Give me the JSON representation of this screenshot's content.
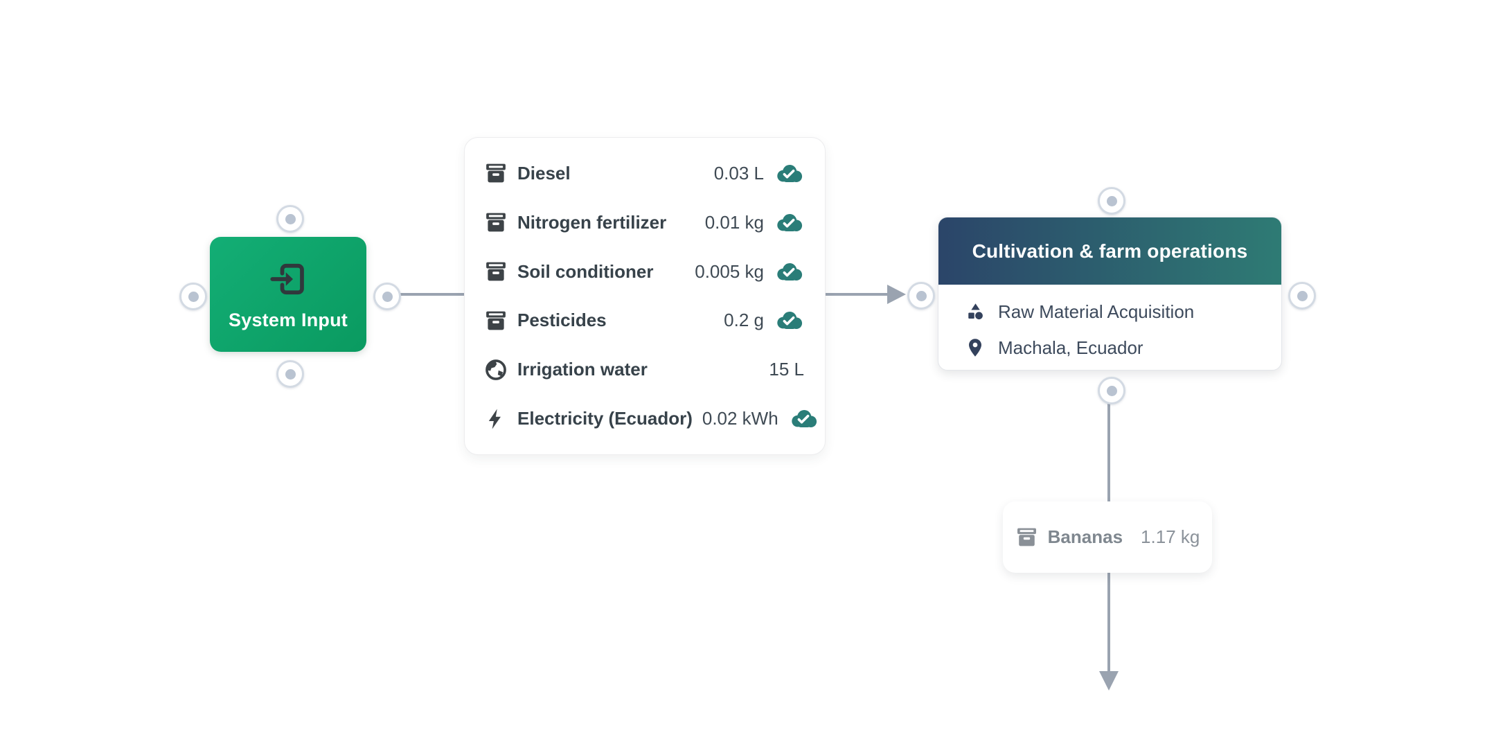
{
  "system_input": {
    "label": "System Input",
    "icon": "login-icon"
  },
  "input_card": {
    "rows": [
      {
        "icon": "archive-box-icon",
        "label": "Diesel",
        "value": "0.03 L",
        "verified": true
      },
      {
        "icon": "archive-box-icon",
        "label": "Nitrogen fertilizer",
        "value": "0.01 kg",
        "verified": true
      },
      {
        "icon": "archive-box-icon",
        "label": "Soil conditioner",
        "value": "0.005 kg",
        "verified": true
      },
      {
        "icon": "archive-box-icon",
        "label": "Pesticides",
        "value": "0.2 g",
        "verified": true
      },
      {
        "icon": "globe-icon",
        "label": "Irrigation water",
        "value": "15 L",
        "verified": false
      },
      {
        "icon": "lightning-icon",
        "label": "Electricity (Ecuador)",
        "value": "0.02 kWh",
        "verified": true
      }
    ],
    "verified_badge_icon": "cloud-check-icon"
  },
  "process_node": {
    "title": "Cultivation & farm operations",
    "rows": [
      {
        "icon": "shapes-icon",
        "label": "Raw Material Acquisition"
      },
      {
        "icon": "map-pin-icon",
        "label": "Machala, Ecuador"
      }
    ]
  },
  "output_card": {
    "icon": "archive-box-icon",
    "label": "Bananas",
    "value": "1.17 kg"
  },
  "colors": {
    "system_input_green_start": "#13ae75",
    "system_input_green_end": "#0a9a60",
    "process_header_navy": "#2b4569",
    "process_header_teal": "#2e7b74",
    "verified_badge_teal": "#2a7d78",
    "edge_gray": "#9aa3b0",
    "handle_ring": "#d3dae3",
    "handle_dot": "#b9c3d1"
  }
}
